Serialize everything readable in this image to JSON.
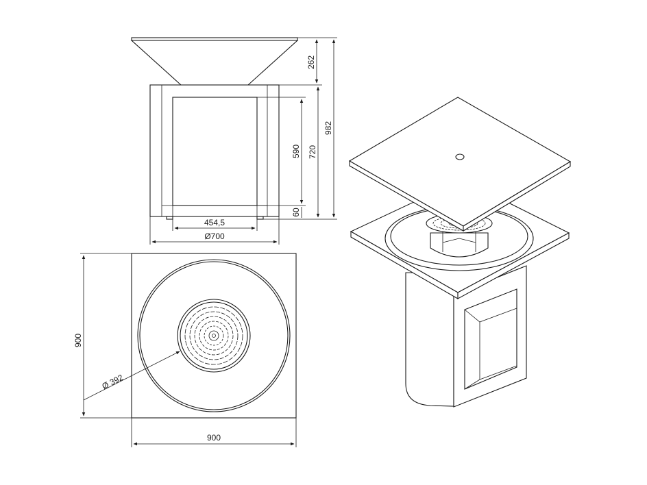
{
  "front_view": {
    "dims": {
      "bowl_height": "262",
      "total_height": "982",
      "opening_height": "590",
      "body_height": "720",
      "base_height": "60",
      "opening_width": "454,5",
      "body_diameter": "Ø700"
    }
  },
  "top_view": {
    "dims": {
      "width": "900",
      "depth": "900",
      "grate_diameter": "Ø 392"
    }
  },
  "colors": {
    "line": "#1a1a1a",
    "background": "#ffffff"
  }
}
